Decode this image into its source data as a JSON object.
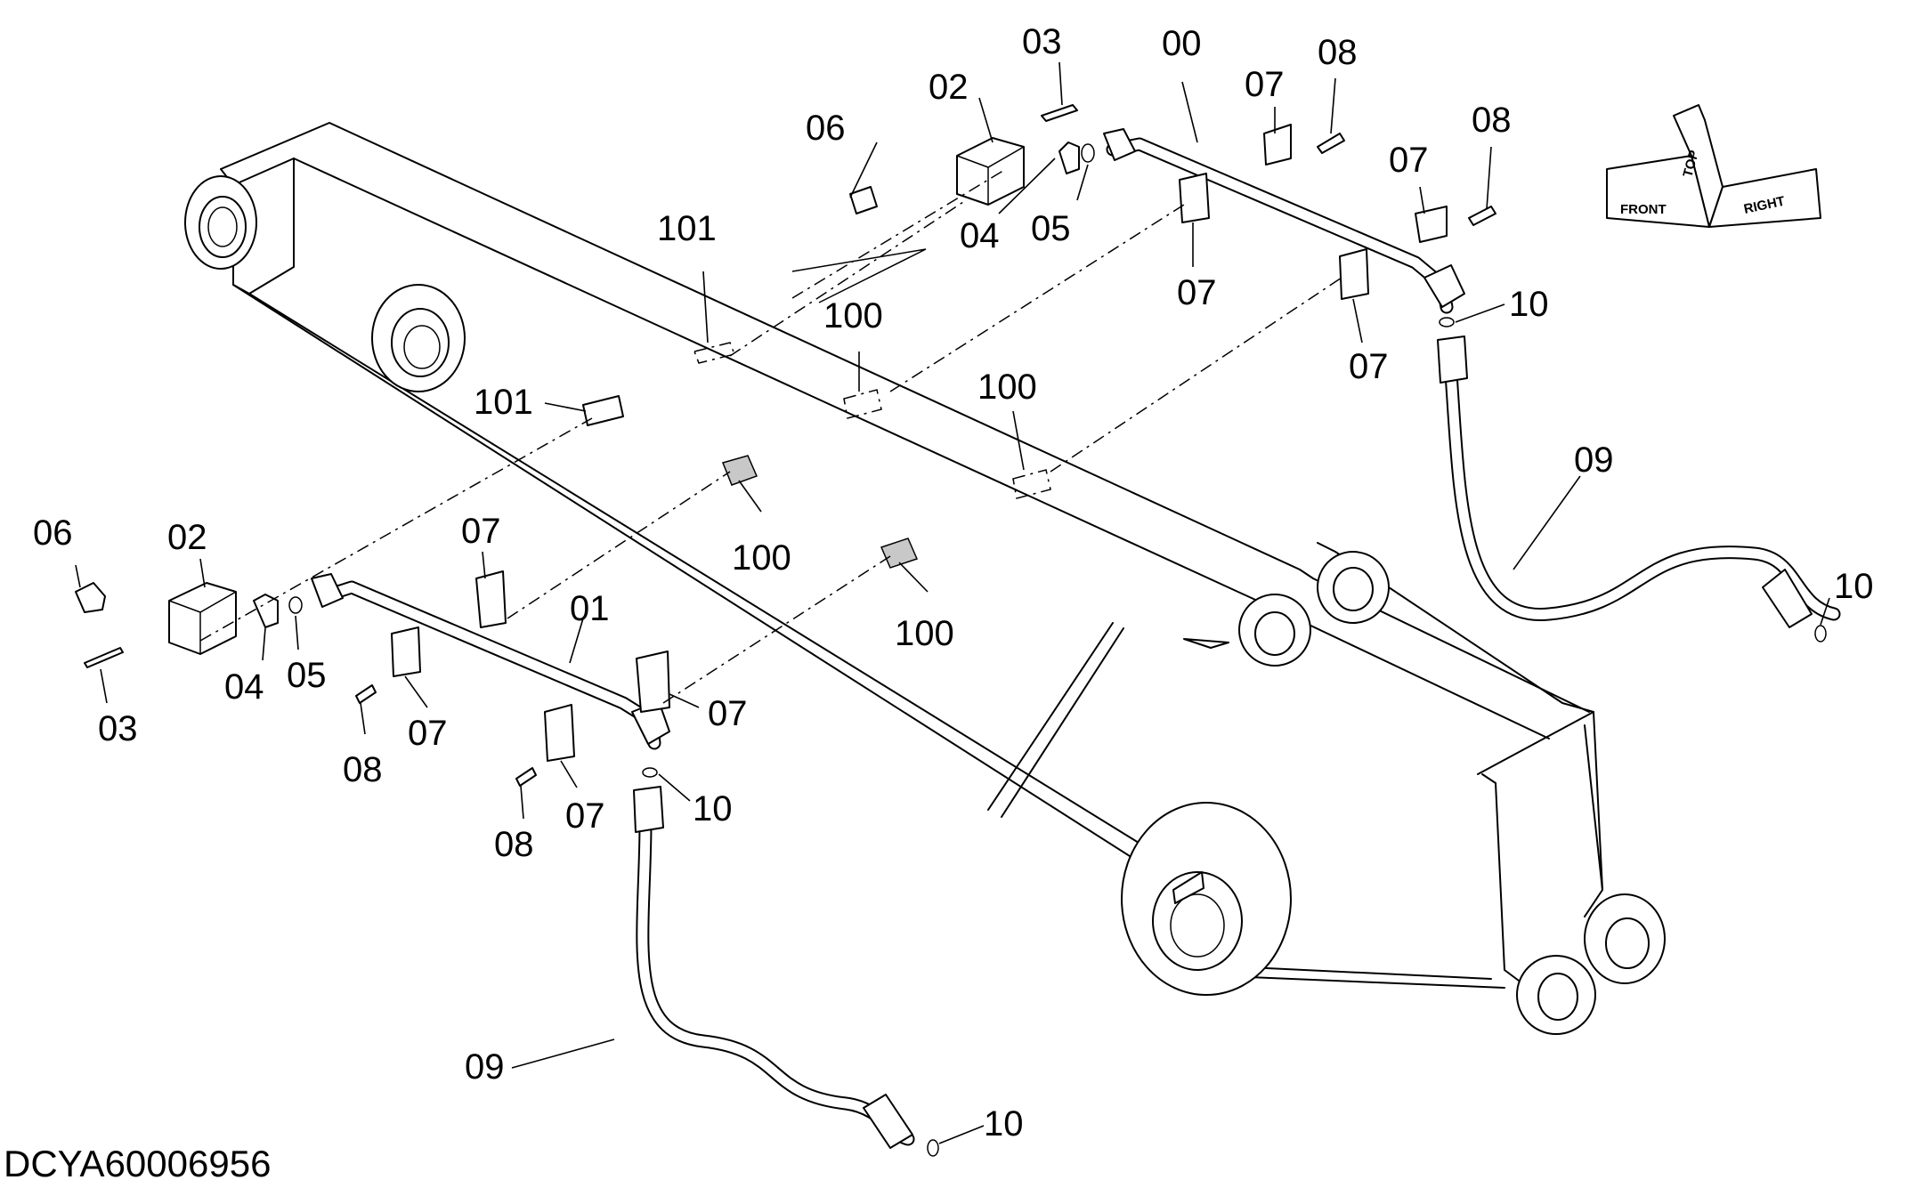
{
  "drawing": {
    "code": "DCYA60006956",
    "callouts": [
      {
        "id": "c-00",
        "text": "00"
      },
      {
        "id": "c-01",
        "text": "01"
      },
      {
        "id": "c-02a",
        "text": "02"
      },
      {
        "id": "c-02b",
        "text": "02"
      },
      {
        "id": "c-03a",
        "text": "03"
      },
      {
        "id": "c-03b",
        "text": "03"
      },
      {
        "id": "c-04a",
        "text": "04"
      },
      {
        "id": "c-04b",
        "text": "04"
      },
      {
        "id": "c-05a",
        "text": "05"
      },
      {
        "id": "c-05b",
        "text": "05"
      },
      {
        "id": "c-06a",
        "text": "06"
      },
      {
        "id": "c-06b",
        "text": "06"
      },
      {
        "id": "c-07a",
        "text": "07"
      },
      {
        "id": "c-07b",
        "text": "07"
      },
      {
        "id": "c-07c",
        "text": "07"
      },
      {
        "id": "c-07d",
        "text": "07"
      },
      {
        "id": "c-07e",
        "text": "07"
      },
      {
        "id": "c-07f",
        "text": "07"
      },
      {
        "id": "c-07g",
        "text": "07"
      },
      {
        "id": "c-07h",
        "text": "07"
      },
      {
        "id": "c-08a",
        "text": "08"
      },
      {
        "id": "c-08b",
        "text": "08"
      },
      {
        "id": "c-08c",
        "text": "08"
      },
      {
        "id": "c-08d",
        "text": "08"
      },
      {
        "id": "c-09a",
        "text": "09"
      },
      {
        "id": "c-09b",
        "text": "09"
      },
      {
        "id": "c-10a",
        "text": "10"
      },
      {
        "id": "c-10b",
        "text": "10"
      },
      {
        "id": "c-10c",
        "text": "10"
      },
      {
        "id": "c-10d",
        "text": "10"
      },
      {
        "id": "c-100a",
        "text": "100"
      },
      {
        "id": "c-100b",
        "text": "100"
      },
      {
        "id": "c-100c",
        "text": "100"
      },
      {
        "id": "c-100d",
        "text": "100"
      },
      {
        "id": "c-101a",
        "text": "101"
      },
      {
        "id": "c-101b",
        "text": "101"
      }
    ],
    "orientation": {
      "top": "TOP",
      "front": "FRONT",
      "right": "RIGHT"
    }
  }
}
